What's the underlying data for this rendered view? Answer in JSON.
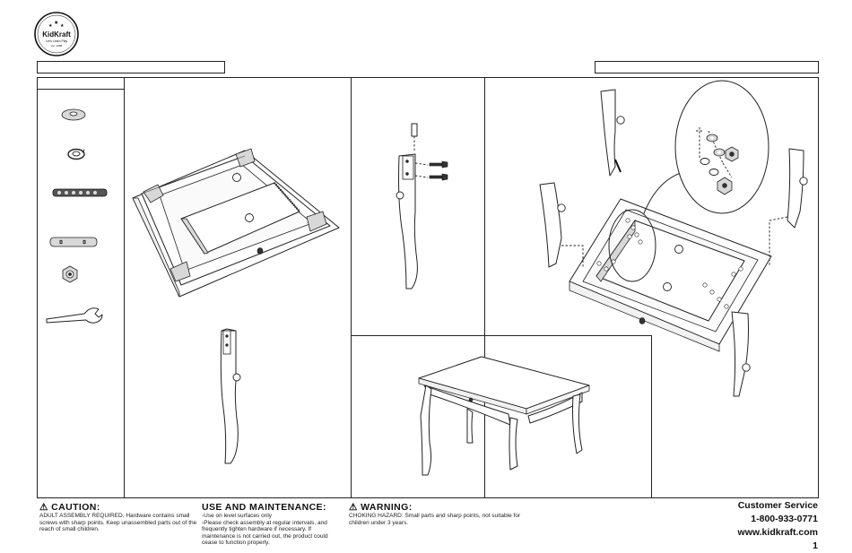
{
  "logo": {
    "brand": "KidKraft",
    "tagline": "Let's Learn Play",
    "est": "est. 1968"
  },
  "footer": {
    "caution": {
      "title": "CAUTION:",
      "body": "ADULT ASSEMBLY REQUIRED. Hardware contains small screws with sharp points. Keep unassembled parts out of the reach of small children."
    },
    "use": {
      "title": "USE AND MAINTENANCE:",
      "lines": [
        "-Use on level surfaces only",
        "-Please check assembly at regular intervals, and frequently tighten hardware if necessary. If maintenance is not carried out, the product could cease to function properly."
      ]
    },
    "warning": {
      "title": "WARNING:",
      "body": "CHOKING HAZARD: Small parts and sharp points, not suitable for children under 3 years."
    },
    "customer_service": {
      "title": "Customer Service",
      "phone": "1-800-933-0771",
      "website": "www.kidkraft.com",
      "page": "1"
    }
  },
  "colors": {
    "line": "#222222",
    "background": "#ffffff"
  }
}
